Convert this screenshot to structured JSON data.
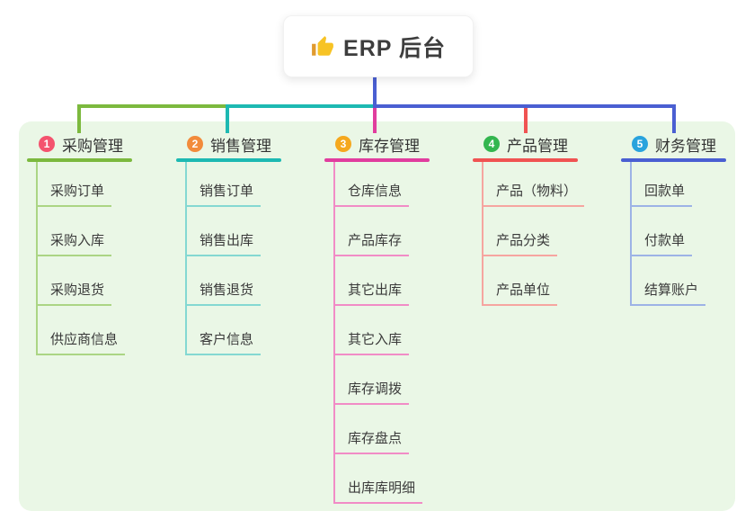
{
  "root": {
    "title": "ERP 后台",
    "icon": "thumbs-up-icon"
  },
  "branches": [
    {
      "number": "1",
      "title": "采购管理",
      "badge_color": "#f4536e",
      "line_color": "#7cb93e",
      "child_line_color": "#abd584",
      "children": [
        "采购订单",
        "采购入库",
        "采购退货",
        "供应商信息"
      ]
    },
    {
      "number": "2",
      "title": "销售管理",
      "badge_color": "#f28b3b",
      "line_color": "#1db9b2",
      "child_line_color": "#84d8d2",
      "children": [
        "销售订单",
        "销售出库",
        "销售退货",
        "客户信息"
      ]
    },
    {
      "number": "3",
      "title": "库存管理",
      "badge_color": "#f5a81e",
      "line_color": "#e13d9e",
      "child_line_color": "#f18cc6",
      "children": [
        "仓库信息",
        "产品库存",
        "其它出库",
        "其它入库",
        "库存调拨",
        "库存盘点",
        "出库库明细"
      ]
    },
    {
      "number": "4",
      "title": "产品管理",
      "badge_color": "#33b64f",
      "line_color": "#f05352",
      "child_line_color": "#f6a5a0",
      "children": [
        "产品（物料）",
        "产品分类",
        "产品单位"
      ]
    },
    {
      "number": "5",
      "title": "财务管理",
      "badge_color": "#29a3dd",
      "line_color": "#4a5fd2",
      "child_line_color": "#9db3e6",
      "children": [
        "回款单",
        "付款单",
        "结算账户"
      ]
    }
  ],
  "colors": {
    "panel_background": "#eaf7e6",
    "page_background": "#ffffff",
    "root_connector": "#4a5fd2",
    "text_primary": "#333333"
  }
}
